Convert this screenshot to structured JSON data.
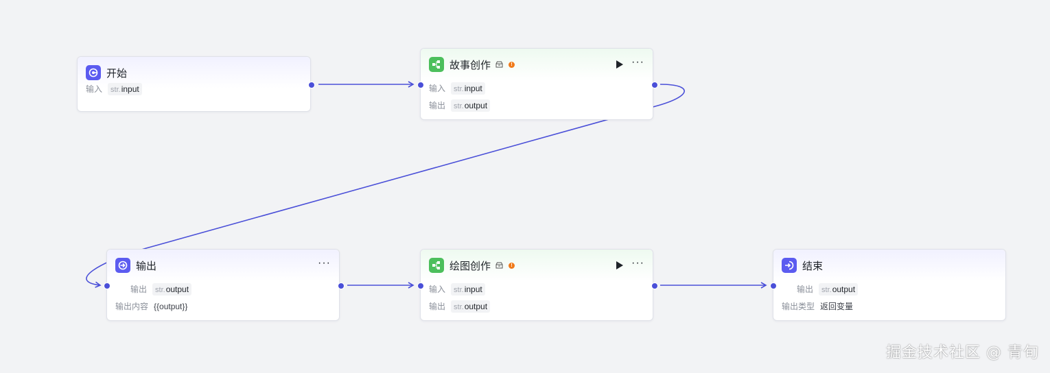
{
  "colors": {
    "canvas_bg": "#f2f3f5",
    "edge": "#4a4fd8",
    "start_end_icon": "#5b5bf0",
    "llm_icon": "#4cbf5c",
    "warning": "#f07a1a"
  },
  "nodes": {
    "start": {
      "title": "开始",
      "icon": "start-icon",
      "rows": [
        {
          "label": "输入",
          "type": "str.",
          "value": "input"
        }
      ]
    },
    "story": {
      "title": "故事创作",
      "icon": "workflow-icon",
      "badge": "database-icon",
      "warning": "!",
      "rows": [
        {
          "label": "输入",
          "type": "str.",
          "value": "input"
        },
        {
          "label": "输出",
          "type": "str.",
          "value": "output"
        }
      ]
    },
    "output": {
      "title": "输出",
      "icon": "output-icon",
      "rows": [
        {
          "label": "输出",
          "type": "str.",
          "value": "output"
        },
        {
          "label": "输出内容",
          "value": "{{output}}"
        }
      ]
    },
    "draw": {
      "title": "绘图创作",
      "icon": "workflow-icon",
      "badge": "database-icon",
      "warning": "!",
      "rows": [
        {
          "label": "输入",
          "type": "str.",
          "value": "input"
        },
        {
          "label": "输出",
          "type": "str.",
          "value": "output"
        }
      ]
    },
    "end": {
      "title": "结束",
      "icon": "end-icon",
      "rows": [
        {
          "label": "输出",
          "type": "str.",
          "value": "output"
        },
        {
          "label": "输出类型",
          "value": "返回变量"
        }
      ]
    }
  },
  "watermark": "掘金技术社区 @ 青旬"
}
